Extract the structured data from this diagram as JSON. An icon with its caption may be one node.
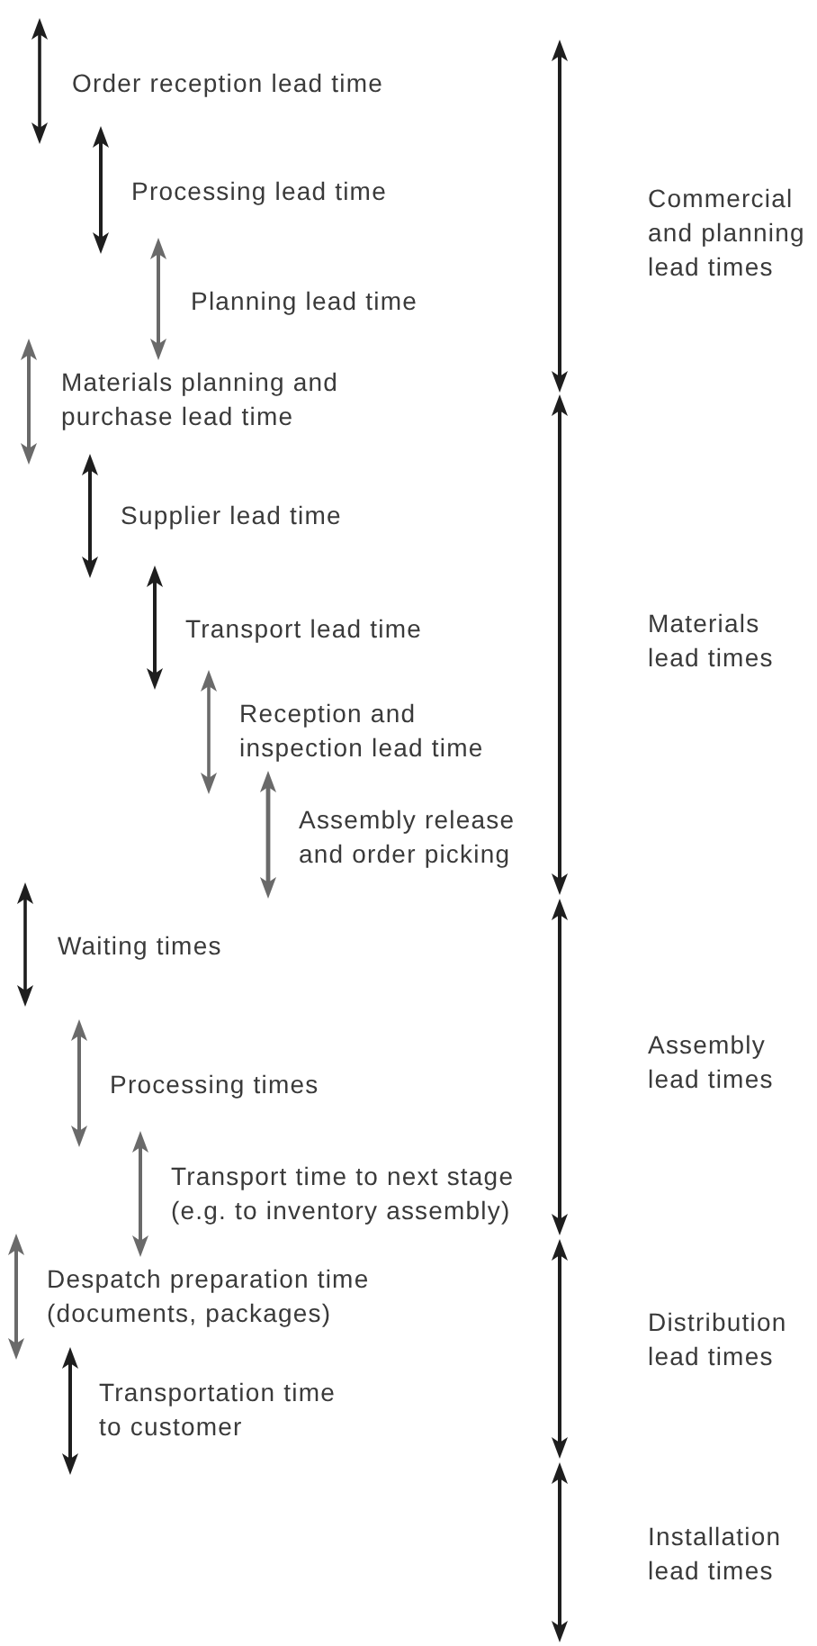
{
  "diagram": {
    "labels": [
      "Order reception lead time",
      "Processing lead time",
      "Planning lead time",
      "Materials planning and purchase lead time",
      "Supplier lead time",
      "Transport lead time",
      "Reception and inspection lead time",
      "Assembly release and order picking",
      "Waiting times",
      "Processing times",
      "Transport time to next stage (e.g. to inventory assembly)",
      "Despatch preparation time (documents, packages)",
      "Transportation time to customer",
      "Commercial and planning lead times",
      "Materials lead times",
      "Assembly lead times",
      "Distribution lead times",
      "Installation lead times"
    ]
  }
}
